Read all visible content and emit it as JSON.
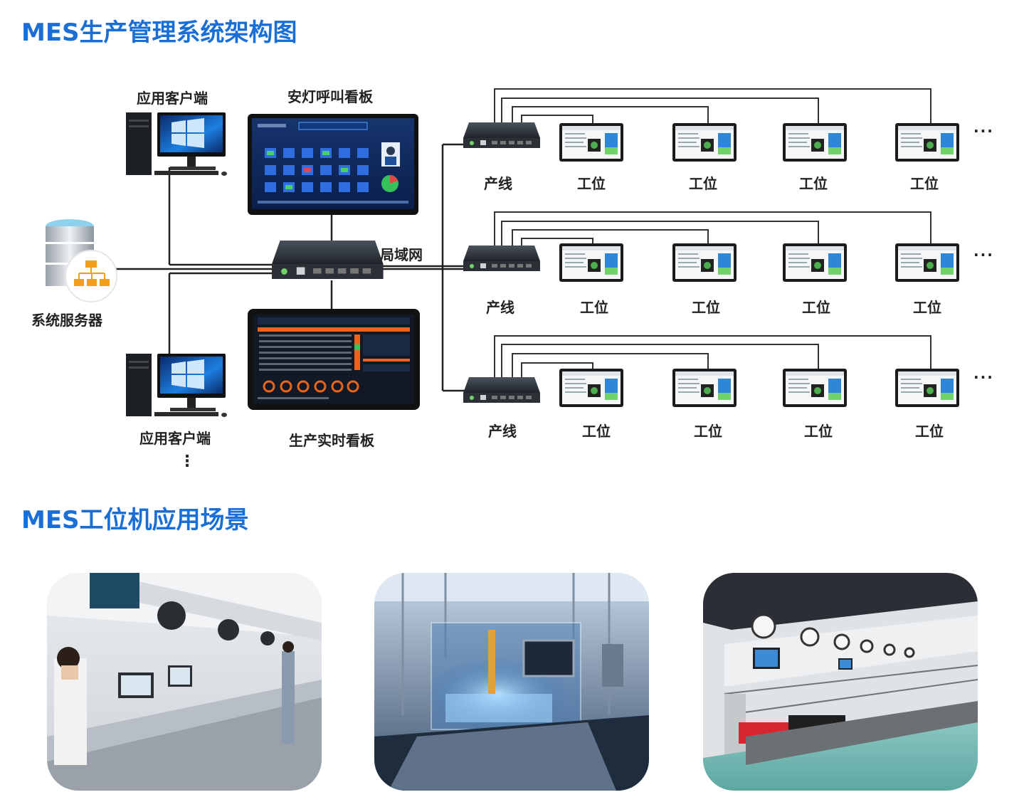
{
  "titles": {
    "architecture": "MES生产管理系统架构图",
    "scenarios": "MES工位机应用场景"
  },
  "diagram": {
    "client_top": "应用客户端",
    "client_bottom": "应用客户端",
    "client_more": "⋮",
    "server": "系统服务器",
    "andon_board": "安灯呼叫看板",
    "realtime_board": "生产实时看板",
    "lan": "局域网",
    "lines": [
      {
        "label": "产线",
        "stations": [
          "工位",
          "工位",
          "工位",
          "工位"
        ],
        "more": "···"
      },
      {
        "label": "产线",
        "stations": [
          "工位",
          "工位",
          "工位",
          "工位"
        ],
        "more": "···"
      },
      {
        "label": "产线",
        "stations": [
          "工位",
          "工位",
          "工位",
          "工位"
        ],
        "more": "···"
      }
    ]
  },
  "colors": {
    "title_blue": "#1a6fd6",
    "board_dark": "#0b1f4a",
    "realtime_orange": "#e8651b",
    "switch_dark": "#2a2f35",
    "windows_blue": "#1d7fe0"
  },
  "scenes": [
    "factory-line-photo-1",
    "factory-line-photo-2",
    "factory-line-photo-3"
  ]
}
